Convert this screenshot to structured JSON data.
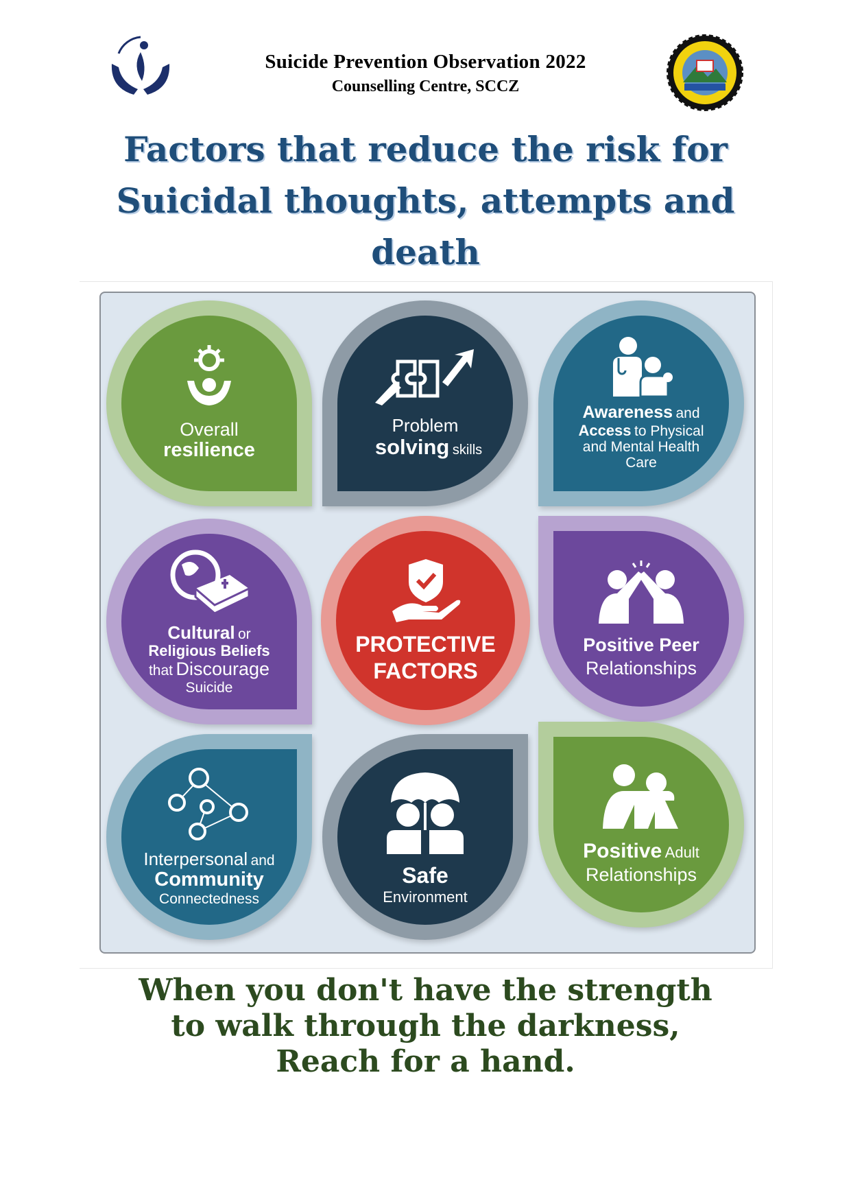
{
  "header": {
    "title": "Suicide Prevention Observation 2022",
    "subtitle": "Counselling Centre, SCCZ",
    "left_logo": "wellness-cell-hands-logo",
    "right_logo": "college-seal-logo"
  },
  "heading": {
    "line1": "Factors that reduce the risk for",
    "line2": "Suicidal thoughts, attempts and",
    "line3": "death"
  },
  "center": {
    "line1": "PROTECTIVE",
    "line2": "FACTORS",
    "icon": "hand-shield-check-icon"
  },
  "factors": {
    "resilience": {
      "a": "Overall",
      "b": "resilience",
      "icon": "person-sun-icon"
    },
    "problem": {
      "a": "Problem",
      "b": "solving",
      "c": "skills",
      "icon": "puzzle-hands-icon"
    },
    "awareness": {
      "a": "Awareness",
      "b": "and",
      "c": "Access",
      "d": "to Physical",
      "e": "and Mental Health",
      "f": "Care",
      "icon": "doctor-patient-icon"
    },
    "cultural": {
      "a": "Cultural",
      "b": "or",
      "c": "Religious Beliefs",
      "d": "that",
      "e": "Discourage",
      "f": "Suicide",
      "icon": "globe-bible-icon"
    },
    "peer": {
      "a": "Positive Peer",
      "b": "Relationships",
      "icon": "high-five-icon"
    },
    "community": {
      "a": "Interpersonal",
      "b": "and",
      "c": "Community",
      "d": "Connectedness",
      "icon": "network-people-icon"
    },
    "safe": {
      "a": "Safe",
      "b": "Environment",
      "icon": "umbrella-people-icon"
    },
    "adult": {
      "a": "Positive",
      "b": "Adult",
      "c": "Relationships",
      "icon": "adult-child-icon"
    }
  },
  "quote": {
    "line1": "When you don't have the strength",
    "line2": "to walk through the darkness,",
    "line3": "Reach for a hand."
  }
}
